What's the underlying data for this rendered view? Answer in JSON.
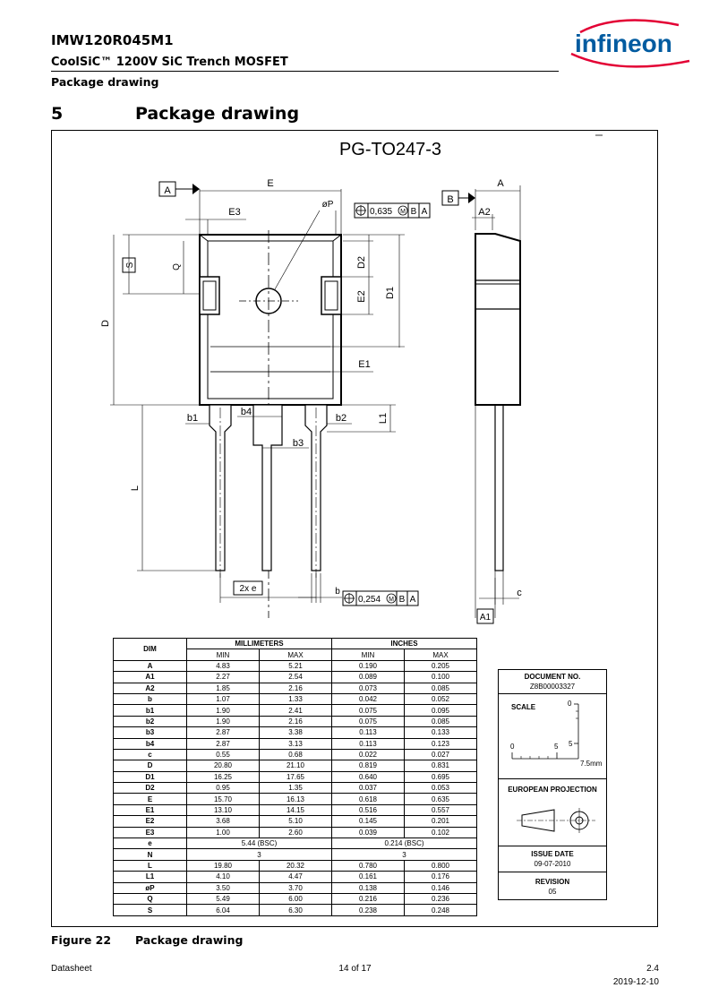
{
  "header": {
    "part_number": "IMW120R045M1",
    "subtitle": "CoolSiC™ 1200V SiC Trench MOSFET",
    "section": "Package drawing",
    "logo_text": "infineon"
  },
  "section": {
    "number": "5",
    "title": "Package drawing"
  },
  "drawing": {
    "package_name": "PG-TO247-3",
    "labels": {
      "datum_a": "A",
      "datum_b": "B",
      "e_dim": "E",
      "e3": "E3",
      "phi_p": "øP",
      "tol1": "0,635",
      "tol1_mod": "M",
      "tol1_b": "B",
      "tol1_a": "A",
      "d2": "D2",
      "d1": "D1",
      "e2": "E2",
      "e1": "E1",
      "s": "S",
      "q": "Q",
      "d": "D",
      "b1": "b1",
      "b4": "b4",
      "b2": "b2",
      "b3": "b3",
      "l1": "L1",
      "l": "L",
      "two_e": "2x e",
      "b": "b",
      "tol2": "0,254",
      "tol2_mod": "M",
      "tol2_b": "B",
      "tol2_a": "A",
      "a": "A",
      "a2": "A2",
      "a1": "A1",
      "c": "c"
    }
  },
  "table": {
    "header_dim": "DIM",
    "header_mm": "MILLIMETERS",
    "header_in": "INCHES",
    "min": "MIN",
    "max": "MAX",
    "rows": [
      {
        "dim": "A",
        "mm_min": "4.83",
        "mm_max": "5.21",
        "in_min": "0.190",
        "in_max": "0.205"
      },
      {
        "dim": "A1",
        "mm_min": "2.27",
        "mm_max": "2.54",
        "in_min": "0.089",
        "in_max": "0.100"
      },
      {
        "dim": "A2",
        "mm_min": "1.85",
        "mm_max": "2.16",
        "in_min": "0.073",
        "in_max": "0.085"
      },
      {
        "dim": "b",
        "mm_min": "1.07",
        "mm_max": "1.33",
        "in_min": "0.042",
        "in_max": "0.052"
      },
      {
        "dim": "b1",
        "mm_min": "1.90",
        "mm_max": "2.41",
        "in_min": "0.075",
        "in_max": "0.095"
      },
      {
        "dim": "b2",
        "mm_min": "1.90",
        "mm_max": "2.16",
        "in_min": "0.075",
        "in_max": "0.085"
      },
      {
        "dim": "b3",
        "mm_min": "2.87",
        "mm_max": "3.38",
        "in_min": "0.113",
        "in_max": "0.133"
      },
      {
        "dim": "b4",
        "mm_min": "2.87",
        "mm_max": "3.13",
        "in_min": "0.113",
        "in_max": "0.123"
      },
      {
        "dim": "c",
        "mm_min": "0.55",
        "mm_max": "0.68",
        "in_min": "0.022",
        "in_max": "0.027"
      },
      {
        "dim": "D",
        "mm_min": "20.80",
        "mm_max": "21.10",
        "in_min": "0.819",
        "in_max": "0.831"
      },
      {
        "dim": "D1",
        "mm_min": "16.25",
        "mm_max": "17.65",
        "in_min": "0.640",
        "in_max": "0.695"
      },
      {
        "dim": "D2",
        "mm_min": "0.95",
        "mm_max": "1.35",
        "in_min": "0.037",
        "in_max": "0.053"
      },
      {
        "dim": "E",
        "mm_min": "15.70",
        "mm_max": "16.13",
        "in_min": "0.618",
        "in_max": "0.635"
      },
      {
        "dim": "E1",
        "mm_min": "13.10",
        "mm_max": "14.15",
        "in_min": "0.516",
        "in_max": "0.557"
      },
      {
        "dim": "E2",
        "mm_min": "3.68",
        "mm_max": "5.10",
        "in_min": "0.145",
        "in_max": "0.201"
      },
      {
        "dim": "E3",
        "mm_min": "1.00",
        "mm_max": "2.60",
        "in_min": "0.039",
        "in_max": "0.102"
      },
      {
        "dim": "e",
        "mm_span": "5.44 (BSC)",
        "in_span": "0.214 (BSC)"
      },
      {
        "dim": "N",
        "mm_span": "3",
        "in_span": "3"
      },
      {
        "dim": "L",
        "mm_min": "19.80",
        "mm_max": "20.32",
        "in_min": "0.780",
        "in_max": "0.800"
      },
      {
        "dim": "L1",
        "mm_min": "4.10",
        "mm_max": "4.47",
        "in_min": "0.161",
        "in_max": "0.176"
      },
      {
        "dim": "øP",
        "mm_min": "3.50",
        "mm_max": "3.70",
        "in_min": "0.138",
        "in_max": "0.146"
      },
      {
        "dim": "Q",
        "mm_min": "5.49",
        "mm_max": "6.00",
        "in_min": "0.216",
        "in_max": "0.236"
      },
      {
        "dim": "S",
        "mm_min": "6.04",
        "mm_max": "6.30",
        "in_min": "0.238",
        "in_max": "0.248"
      }
    ]
  },
  "sidebox": {
    "doc_label": "DOCUMENT NO.",
    "doc_value": "Z8B00003327",
    "scale_label": "SCALE",
    "scale_0": "0",
    "scale_0b": "0",
    "scale_5a": "5",
    "scale_5b": "5",
    "scale_unit": "7.5mm",
    "projection": "EUROPEAN PROJECTION",
    "issue_label": "ISSUE DATE",
    "issue_value": "09-07-2010",
    "revision_label": "REVISION",
    "revision_value": "05"
  },
  "figure": {
    "number": "Figure 22",
    "title": "Package drawing"
  },
  "footer": {
    "left": "Datasheet",
    "center": "14 of 17",
    "version": "2.4",
    "date": "2019-12-10"
  }
}
